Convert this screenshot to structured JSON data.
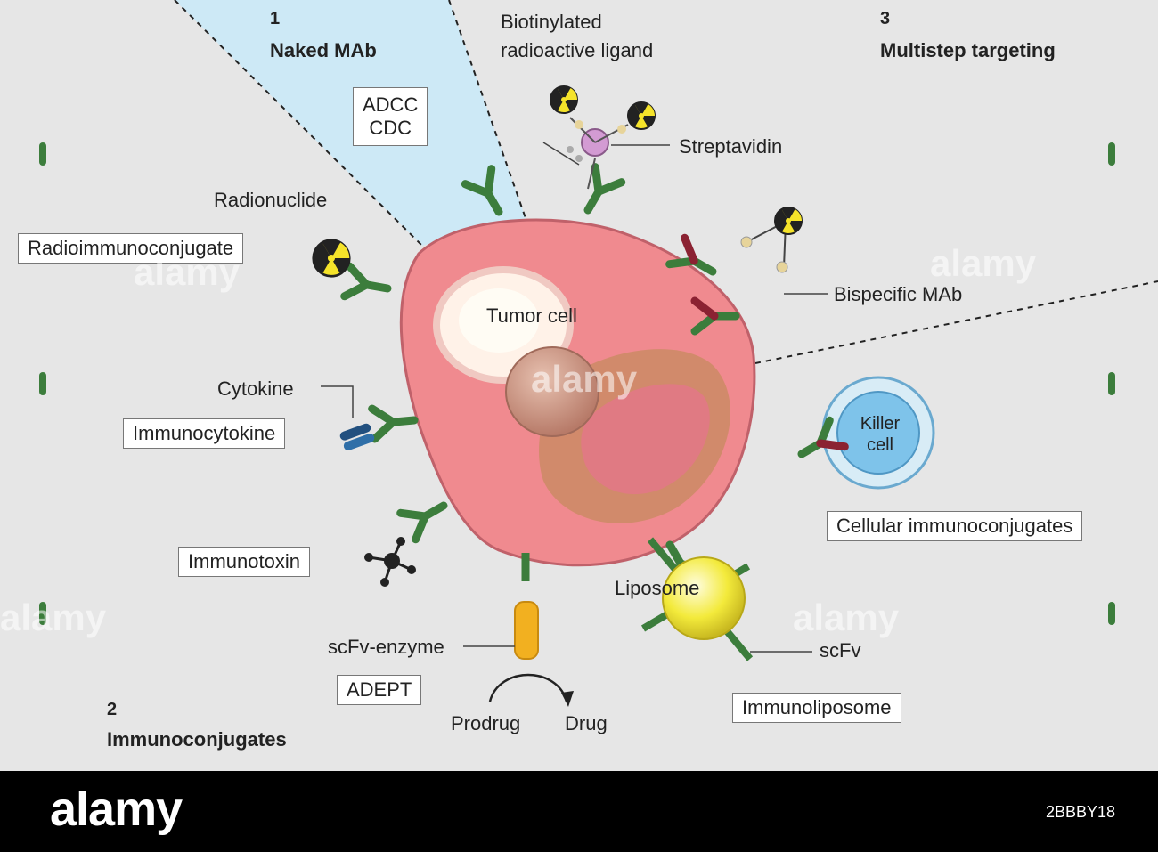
{
  "sections": {
    "naked": {
      "number": "1",
      "title": "Naked MAb",
      "mechanisms": [
        "ADCC",
        "CDC"
      ]
    },
    "immunoconjugates": {
      "number": "2",
      "title": "Immunoconjugates"
    },
    "multistep": {
      "number": "3",
      "title": "Multistep targeting"
    }
  },
  "labels": {
    "biotinylated": [
      "Biotinylated",
      "radioactive ligand"
    ],
    "streptavidin": "Streptavidin",
    "radionuclide": "Radionuclide",
    "tumor_cell": "Tumor cell",
    "bispecific": "Bispecific MAb",
    "cytokine": "Cytokine",
    "killer_cell": [
      "Killer",
      "cell"
    ],
    "liposome": "Liposome",
    "scfv_enzyme": "scFv-enzyme",
    "scfv": "scFv",
    "prodrug": "Prodrug",
    "drug": "Drug"
  },
  "boxes": {
    "radioimmunoconjugate": "Radioimmunoconjugate",
    "immunocytokine": "Immunocytokine",
    "immunotoxin": "Immunotoxin",
    "adept": "ADEPT",
    "immunoliposome": "Immunoliposome",
    "cellular": "Cellular immunoconjugates"
  },
  "watermark": {
    "brand": "alamy",
    "image_id": "2BBBY18"
  },
  "colors": {
    "background": "#e6e6e6",
    "naked_wedge": "#cde9f6",
    "tumor_cell": "#f08a8f",
    "antibody_green": "#3c7d3c",
    "bispecific_red": "#8b2232",
    "killer_cell": "#7ec3ea",
    "liposome": "#f3ea3b",
    "enzyme": "#f2b020",
    "cytokine": "#22507f"
  }
}
